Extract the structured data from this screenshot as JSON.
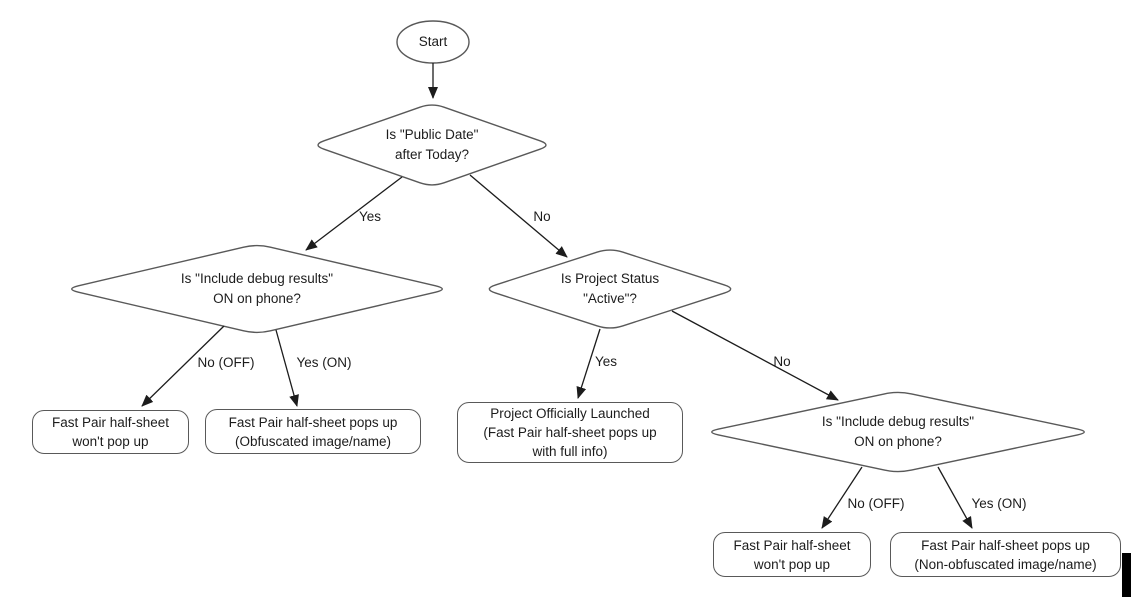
{
  "diagram": {
    "colors": {
      "shape_outline": "#595959",
      "arrow": "#1c1c1c",
      "text": "#1c1c1c",
      "background": "#ffffff"
    },
    "nodes": {
      "start": {
        "type": "terminator",
        "label": "Start"
      },
      "public_date": {
        "type": "decision",
        "label": "Is \"Public Date\"\nafter Today?"
      },
      "debug_left": {
        "type": "decision",
        "label": "Is \"Include debug results\"\nON on phone?"
      },
      "project_status": {
        "type": "decision",
        "label": "Is Project Status\n\"Active\"?"
      },
      "debug_right": {
        "type": "decision",
        "label": "Is \"Include debug results\"\nON on phone?"
      },
      "no_popup_left": {
        "type": "result",
        "label": "Fast Pair half-sheet\nwon't pop up"
      },
      "obfuscated": {
        "type": "result",
        "label": "Fast Pair half-sheet pops up\n(Obfuscated image/name)"
      },
      "launched": {
        "type": "result",
        "label": "Project Officially Launched\n(Fast Pair half-sheet pops up\nwith full info)"
      },
      "no_popup_right": {
        "type": "result",
        "label": "Fast Pair half-sheet\nwon't pop up"
      },
      "non_obfuscated": {
        "type": "result",
        "label": "Fast Pair half-sheet pops up\n(Non-obfuscated image/name)"
      }
    },
    "edge_labels": {
      "public_date_yes": "Yes",
      "public_date_no": "No",
      "debug_left_no": "No (OFF)",
      "debug_left_yes": "Yes (ON)",
      "project_status_yes": "Yes",
      "project_status_no": "No",
      "debug_right_no": "No (OFF)",
      "debug_right_yes": "Yes (ON)"
    }
  }
}
